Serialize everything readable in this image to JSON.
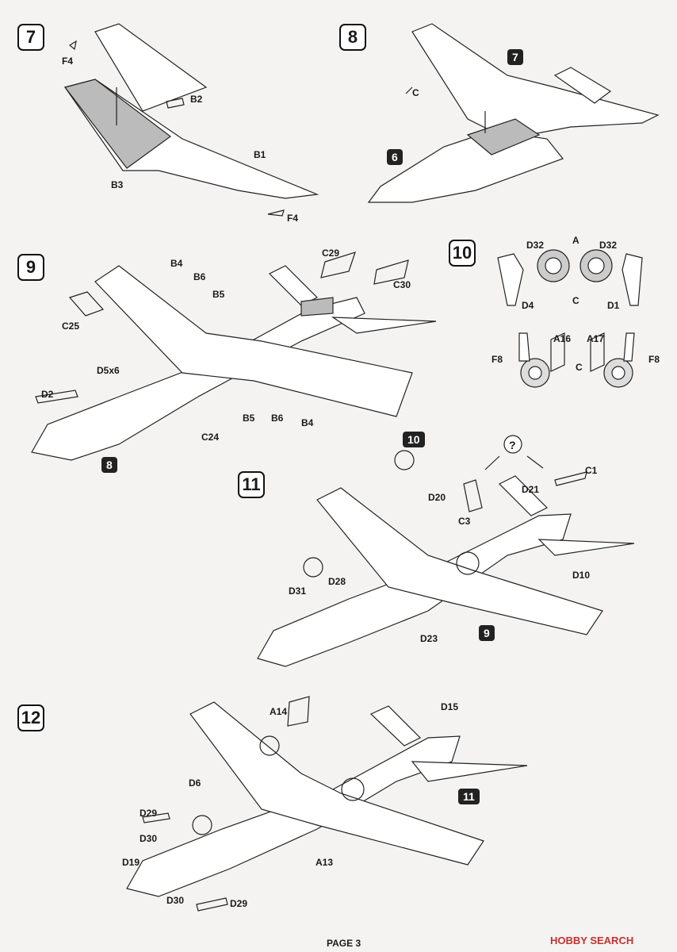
{
  "steps": {
    "s7": "7",
    "s8": "8",
    "s9": "9",
    "s10": "10",
    "s11": "11",
    "s12": "12"
  },
  "refs": {
    "r7": "7",
    "r6": "6",
    "r8": "8",
    "r10": "10",
    "r9": "9",
    "r11": "11"
  },
  "labels": {
    "f4a": "F4",
    "b2": "B2",
    "b1": "B1",
    "b3": "B3",
    "f4b": "F4",
    "c8": "C",
    "c29": "C29",
    "c30": "C30",
    "b4a": "B4",
    "b6a": "B6",
    "b5a": "B5",
    "c25": "C25",
    "d5x6": "D5x6",
    "d2": "D2",
    "b5b": "B5",
    "b6b": "B6",
    "b4b": "B4",
    "c24": "C24",
    "d32a": "D32",
    "a10": "A",
    "d32b": "D32",
    "d4": "D4",
    "c10": "C",
    "d1": "D1",
    "a16": "A16",
    "a17": "A17",
    "f8a": "F8",
    "f8b": "F8",
    "c10b": "C",
    "c1": "C1",
    "d21": "D21",
    "d20": "D20",
    "c3": "C3",
    "d10": "D10",
    "d31": "D31",
    "d28": "D28",
    "d23": "D23",
    "q": "?",
    "a14": "A14",
    "d15": "D15",
    "d6": "D6",
    "d29a": "D29",
    "d30a": "D30",
    "d19": "D19",
    "a13": "A13",
    "d30b": "D30",
    "d29b": "D29"
  },
  "footer": {
    "page": "PAGE 3",
    "watermark": "HOBBY SEARCH"
  }
}
